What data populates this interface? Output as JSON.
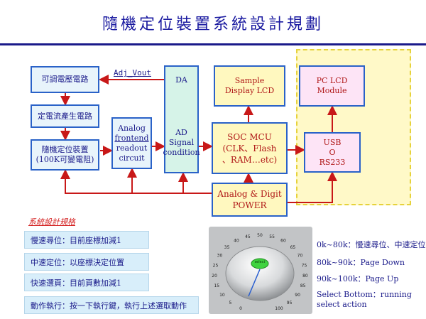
{
  "title": "隨機定位裝置系統設計規劃",
  "blocks": {
    "voltage": "可調電壓電路",
    "current": "定電流產生電路",
    "device": [
      "隨機定位裝置",
      "(100K可變電阻)"
    ],
    "analog_frontend": [
      "Analog",
      "frontend",
      "readout",
      "circuit"
    ],
    "da": "DA",
    "ad": [
      "AD",
      "Signal",
      "condition"
    ],
    "display": [
      "Sample",
      "Display LCD"
    ],
    "mcu": [
      "SOC MCU",
      "(CLK、Flash",
      "、RAM…etc)"
    ],
    "power": [
      "Analog & Digit",
      "POWER"
    ],
    "pc_lcd": [
      "PC LCD",
      "Module"
    ],
    "usb": [
      "USB",
      "O",
      "RS233"
    ]
  },
  "adj_label": "Adj_Vout",
  "spec": {
    "heading": "系統設計規格",
    "items": [
      "慢速尋位：目前座標加減1",
      "中速定位：以座標決定位置",
      "快速選頁：目前頁數加減1",
      "動作執行：按一下執行鍵，執行上述選取動作"
    ]
  },
  "dial": {
    "center_label": "select",
    "ticks": [
      "0",
      "5",
      "10",
      "15",
      "20",
      "25",
      "30",
      "35",
      "40",
      "45",
      "50",
      "55",
      "60",
      "65",
      "70",
      "75",
      "80",
      "85",
      "90",
      "95",
      "100"
    ]
  },
  "notes": [
    "0k~80k：慢速尋位、中速定位",
    "80k~90k：Page Down",
    "90k~100k：Page Up",
    "Select Bottom：running",
    "select action"
  ],
  "colors": {
    "accent_blue": "#2a62c8",
    "title_blue": "#1a1aa0",
    "red_text": "#b01818"
  }
}
